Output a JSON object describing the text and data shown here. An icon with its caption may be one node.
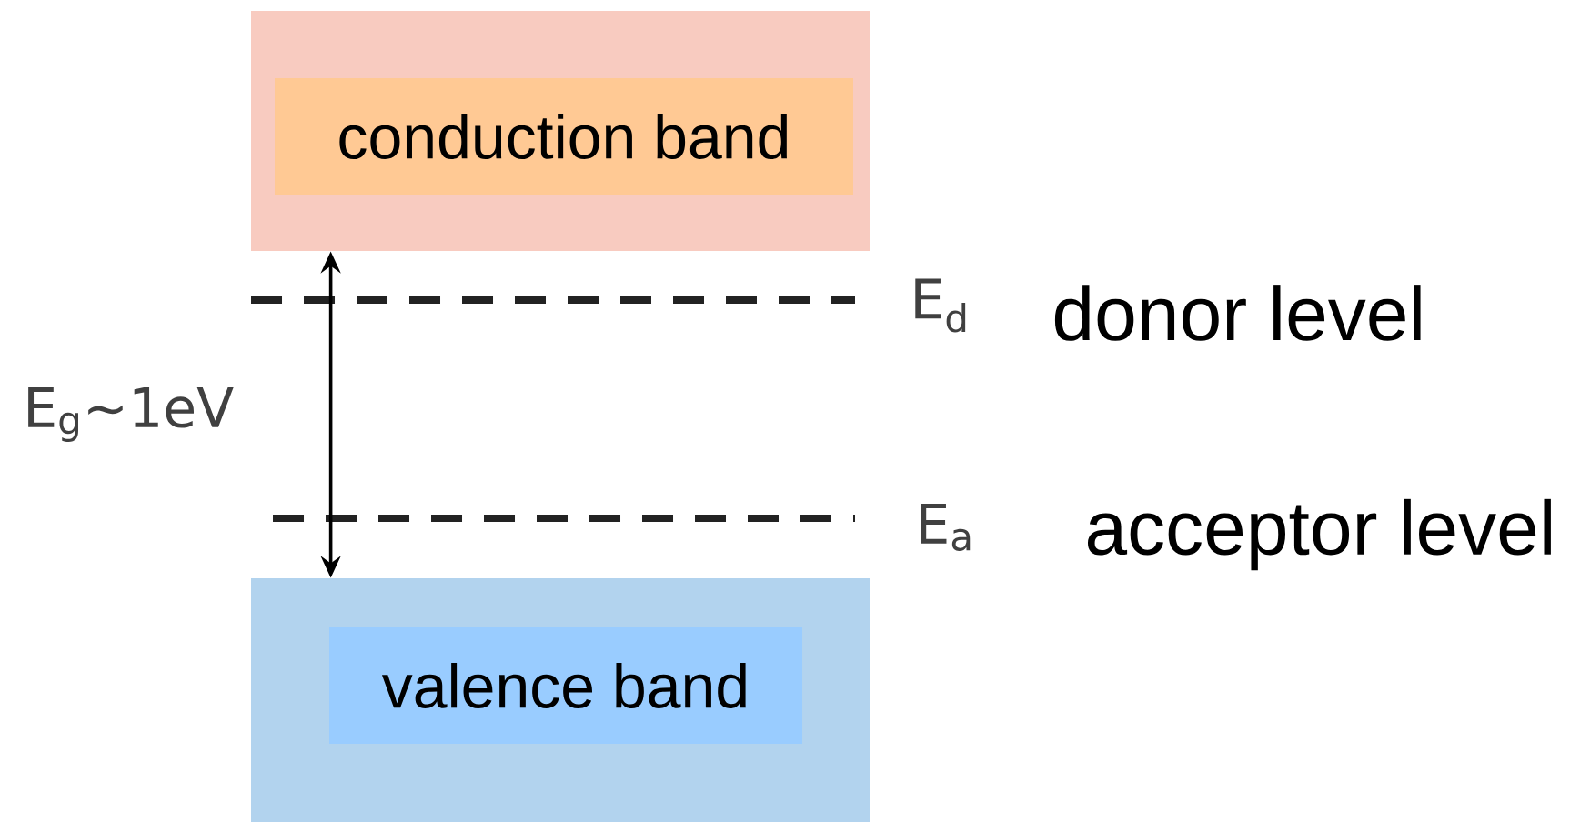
{
  "diagram": {
    "nodes": [
      {
        "text": [],
        "shape": "box"
      },
      {
        "text": [
          "conduction band"
        ],
        "in": 0
      },
      {
        "text": [],
        "shape": "box"
      },
      {
        "text": [
          "valence band"
        ],
        "in": 2
      }
    ],
    "edges": [
      {
        "from": 0,
        "to": 2,
        "arrow": "both",
        "label": "E$_{g}$~1eV"
      }
    ],
    "labels": [
      "E$_{d}$",
      "donor level",
      "E$_{a}$",
      "acceptor level"
    ]
  }
}
